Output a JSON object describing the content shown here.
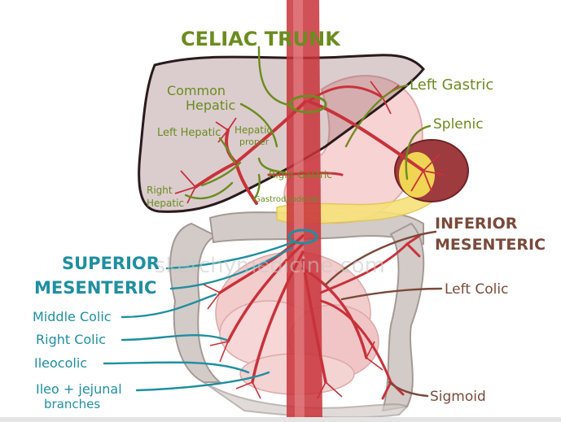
{
  "watermark": "sketchymedicine.com",
  "colors": {
    "green_label": "#6b8c1f",
    "blue_label": "#1f8fa0",
    "brown_label": "#7a4a3a",
    "artery": "#c8323a",
    "artery_light": "#e8a0a0",
    "liver_fill": "#7a4a4d",
    "colon": "#bfb5b0"
  },
  "celiac": {
    "title": "CELIAC TRUNK",
    "common_hepatic": [
      "Common",
      "Hepatic"
    ],
    "left_gastric": "Left Gastric",
    "splenic": "Splenic",
    "left_hepatic": "Left Hepatic",
    "hepatic_proper": [
      "Hepatic",
      "proper"
    ],
    "right_gastric": "Right Gastric",
    "right_hepatic": [
      "Right",
      "Hepatic"
    ],
    "gastroduodenal": "Gastroduodenal"
  },
  "superior_mesenteric": {
    "title": [
      "SUPERIOR",
      "MESENTERIC"
    ],
    "middle_colic": "Middle Colic",
    "right_colic": "Right Colic",
    "ileocolic": "Ileocolic",
    "ileo_jejunal": [
      "Ileo + jejunal",
      "branches"
    ]
  },
  "inferior_mesenteric": {
    "title": [
      "INFERIOR",
      "MESENTERIC"
    ],
    "left_colic": "Left Colic",
    "sigmoid": "Sigmoid"
  }
}
